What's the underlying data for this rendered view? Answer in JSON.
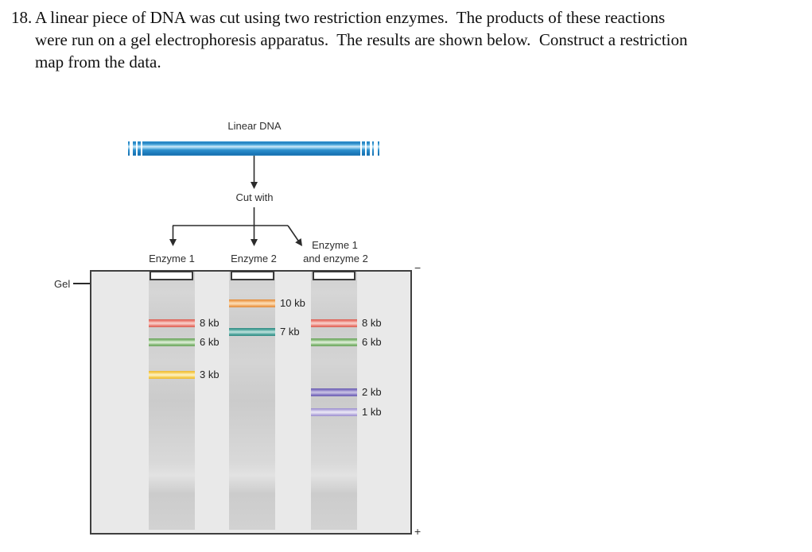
{
  "question": {
    "number": "18.",
    "lines": [
      "A linear piece of DNA was cut using two restriction enzymes.  The products of these reactions",
      "were run on a gel electrophoresis apparatus.  The results are shown below.  Construct a restriction",
      "map from the data."
    ]
  },
  "diagram": {
    "dna_label": "Linear DNA",
    "dna_color": "#1f7fc0",
    "cut_with": "Cut with",
    "gel_label": "Gel",
    "electrodes": {
      "negative": "−",
      "positive": "+"
    },
    "lanes": [
      {
        "label": "Enzyme 1",
        "bands": [
          {
            "size": "8 kb",
            "color": "#ec8379",
            "color_light": "#f7c6c0"
          },
          {
            "size": "6 kb",
            "color": "#8abc7c",
            "color_light": "#d4e8cc"
          },
          {
            "size": "3 kb",
            "color": "#f7cf52",
            "color_light": "#fcecb4"
          }
        ]
      },
      {
        "label": "Enzyme 2",
        "bands": [
          {
            "size": "10 kb",
            "color": "#f2a963",
            "color_light": "#fad6ab"
          },
          {
            "size": "7 kb",
            "color": "#52a89f",
            "color_light": "#aed8d3"
          }
        ]
      },
      {
        "label_lines": [
          "Enzyme 1",
          "and enzyme 2"
        ],
        "bands": [
          {
            "size": "8 kb",
            "color": "#ec8379",
            "color_light": "#f7c6c0"
          },
          {
            "size": "6 kb",
            "color": "#8abc7c",
            "color_light": "#d4e8cc"
          },
          {
            "size": "2 kb",
            "color": "#8b7ec6",
            "color_light": "#c0b9e0"
          },
          {
            "size": "1 kb",
            "color": "#bcb2e0",
            "color_light": "#e4e0f3"
          }
        ]
      }
    ]
  }
}
